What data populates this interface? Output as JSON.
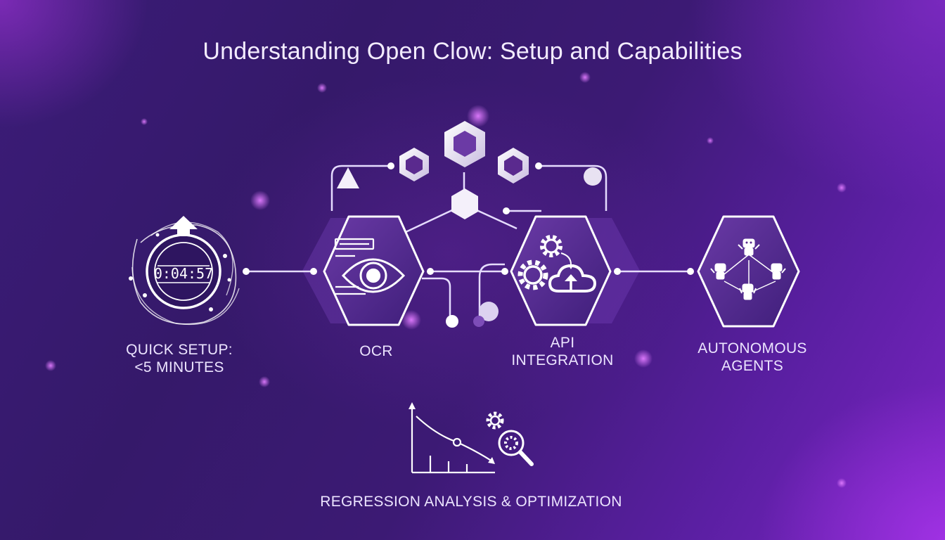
{
  "title": "Understanding Open Clow: Setup and Capabilities",
  "nodes": {
    "setup": {
      "line1": "QUICK SETUP:",
      "line2": "<5 MINUTES",
      "timer": "0:04:57",
      "icon": "stopwatch-icon"
    },
    "ocr": {
      "line1": "OCR",
      "icon": "eye-document-icon"
    },
    "api": {
      "line1": "API",
      "line2": "INTEGRATION",
      "icon": "gears-cloud-icon"
    },
    "agents": {
      "line1": "AUTONOMOUS",
      "line2": "AGENTS",
      "icon": "robot-network-icon"
    },
    "regression": {
      "line1": "REGRESSION ANALYSIS & OPTIMIZATION",
      "icon": "chart-gear-magnifier-icon"
    }
  },
  "colors": {
    "background_dark": "#35196a",
    "background_accent": "#7a24c2",
    "stroke": "#ffffff",
    "hex_fill": "#5a2a8e"
  }
}
